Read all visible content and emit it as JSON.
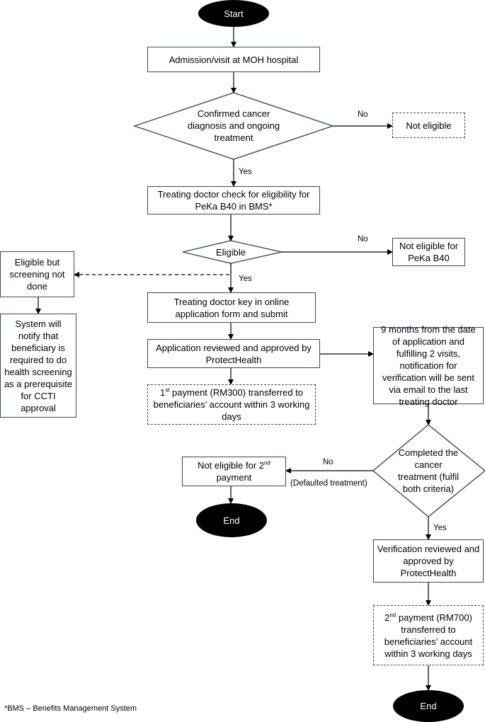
{
  "nodes": {
    "start": "Start",
    "admission": "Admission/visit at MOH hospital",
    "cancer_decision": "Confirmed cancer diagnosis and ongoing treatment",
    "not_eligible": "Not eligible",
    "doctor_check": "Treating doctor check for eligibility for PeKa B40 in BMS*",
    "eligible_decision": "Eligible",
    "not_eligible_peka": "Not eligible for PeKa B40",
    "eligible_no_screening": "Eligible but screening not done",
    "system_notify": "System will notify that beneficiary is required to do health screening as a prerequisite for CCTI approval",
    "doctor_key_in": "Treating doctor key in online application form and submit",
    "application_reviewed": "Application reviewed and approved by ProtectHealth",
    "first_payment_ordinal": "1",
    "first_payment_sup": "st",
    "first_payment_text": " payment (RM300) transferred to beneficiaries’ account within 3 working days",
    "nine_months": "9 months from the date of application and fulfilling 2 visits, notification for verification will be sent via email to the last treating doctor",
    "completed_decision": "Completed the cancer treatment (fulfil both criteria)",
    "not_eligible_second_prefix": "Not eligible for 2",
    "not_eligible_second_sup": "nd",
    "not_eligible_second_suffix": " payment",
    "end_left": "End",
    "verification_reviewed": "Verification reviewed and approved by ProtectHealth",
    "second_payment_ordinal": "2",
    "second_payment_sup": "nd",
    "second_payment_text": " payment (RM700) transferred to beneficiaries’ account within 3 working days",
    "end_right": "End"
  },
  "edge_labels": {
    "no_1": "No",
    "yes_1": "Yes",
    "no_2": "No",
    "yes_2": "Yes",
    "no_3": "No",
    "defaulted": "(Defaulted treatment)",
    "yes_3": "Yes"
  },
  "footnote": "*BMS – Benefits Management System",
  "colors": {
    "border": "#2f4a6b",
    "terminal": "#000000",
    "line": "#000000"
  }
}
